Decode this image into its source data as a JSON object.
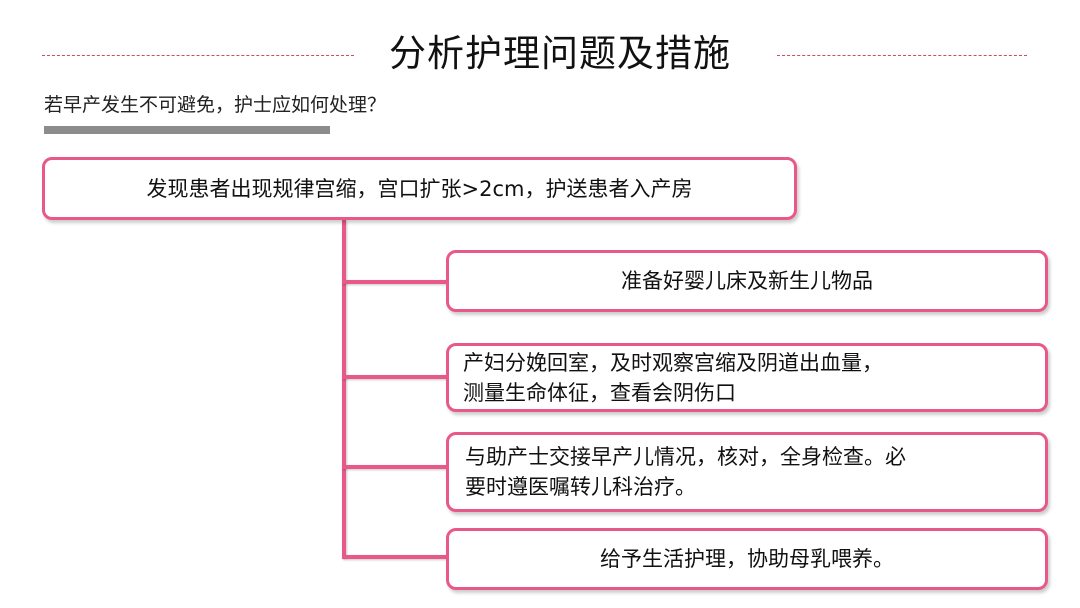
{
  "title": "分析护理问题及措施",
  "subtitle": "若早产发生不可避免，护士应如何处理？",
  "root": {
    "text": "发现患者出现规律宫缩，宫口扩张>2cm，护送患者入产房"
  },
  "steps": [
    {
      "text": "准备好婴儿床及新生儿物品"
    },
    {
      "text": "产妇分娩回室，及时观察宫缩及阴道出血量，\n测量生命体征，查看会阴伤口"
    },
    {
      "text": "与助产士交接早产儿情况，核对，全身检查。必\n要时遵医嘱转儿科治疗。"
    },
    {
      "text": "给予生活护理，协助母乳喂养。"
    }
  ],
  "colors": {
    "accent_pink": "#e8588a",
    "dashed_line": "#c8505e",
    "underline_bar": "#8c8c8c"
  }
}
